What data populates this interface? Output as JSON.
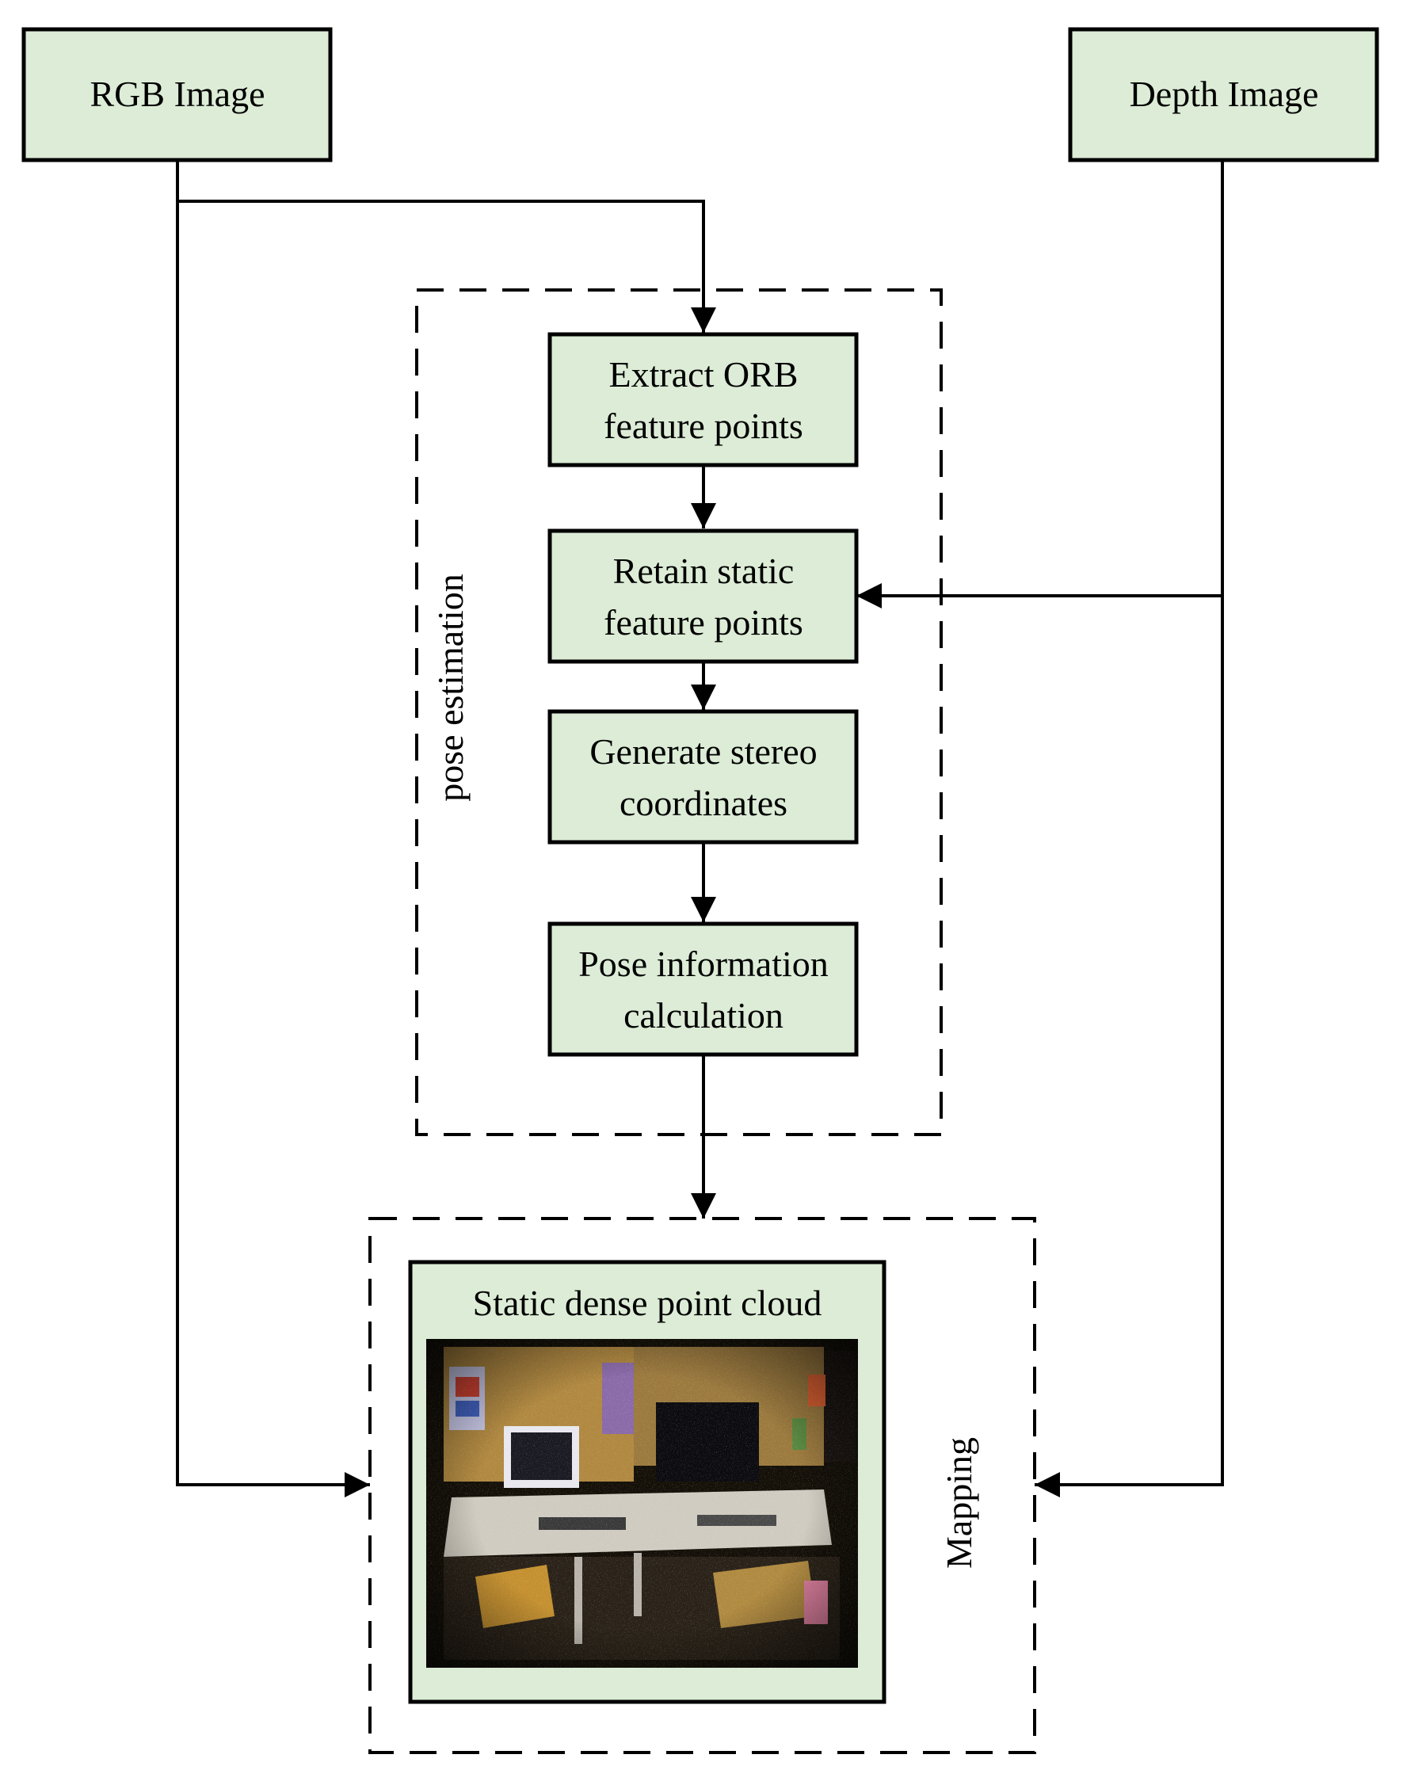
{
  "colors": {
    "node_fill": "#dcecd6",
    "stroke": "#000000",
    "background": "#ffffff"
  },
  "nodes": {
    "rgb_image": {
      "label": "RGB Image"
    },
    "depth_image": {
      "label": "Depth Image"
    },
    "extract_orb": {
      "line1": "Extract ORB",
      "line2": "feature points"
    },
    "retain_static": {
      "line1": "Retain static",
      "line2": "feature points"
    },
    "generate_stereo": {
      "line1": "Generate stereo",
      "line2": "coordinates"
    },
    "pose_info": {
      "line1": "Pose information",
      "line2": "calculation"
    },
    "point_cloud": {
      "label": "Static dense point cloud",
      "image": "point-cloud-photo"
    }
  },
  "groups": {
    "pose_estimation": {
      "label": "pose estimation"
    },
    "mapping": {
      "label": "Mapping"
    }
  }
}
